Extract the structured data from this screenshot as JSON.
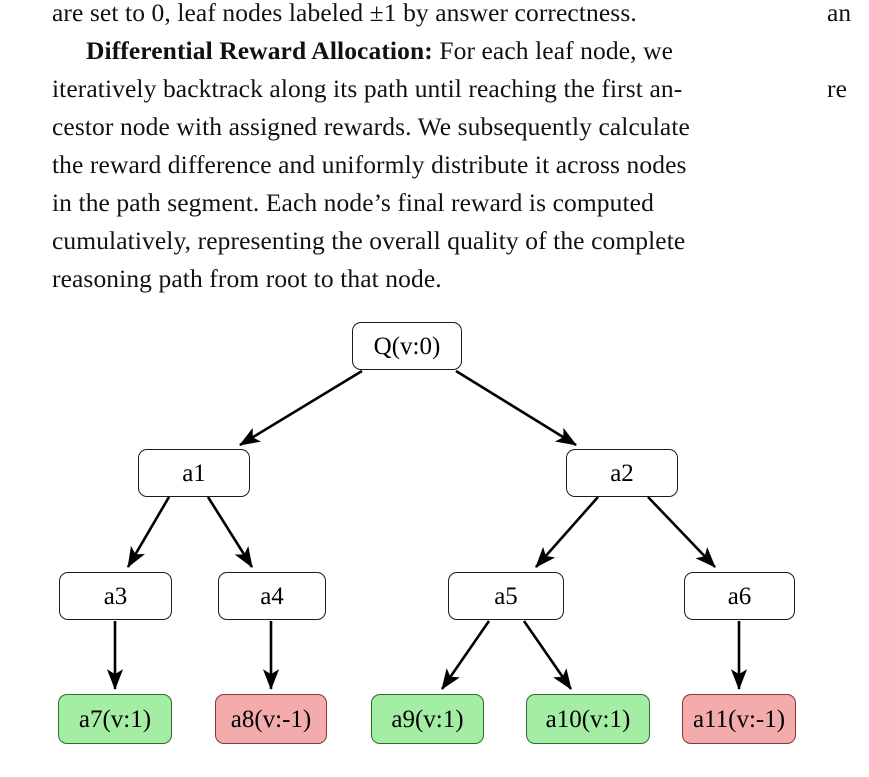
{
  "document": {
    "paragraph_lines": [
      "are set to 0, leaf nodes labeled ±1 by answer correctness.",
      "Differential Reward Allocation:",
      " For each leaf node, we",
      "iteratively backtrack along its path until reaching the first an-",
      "cestor node with assigned rewards. We subsequently calculate",
      "the reward difference and uniformly distribute it across nodes",
      "in the path segment. Each node’s final reward is computed",
      "cumulatively, representing the overall quality of the complete",
      "reasoning path from root to that node."
    ],
    "line1": "are set to 0, leaf nodes labeled ±1 by answer correctness.",
    "line2_bold": "Differential Reward Allocation:",
    "line2_rest": "For each leaf node, we",
    "line3": "iteratively backtrack along its path until reaching the first an-",
    "line4": "cestor node with assigned rewards. We subsequently calculate",
    "line5": "the reward difference and uniformly distribute it across nodes",
    "line6": "in the path segment. Each node’s final reward is computed",
    "line7": "cumulatively, representing the overall quality of the complete",
    "line8": "reasoning path from root to that node.",
    "right_column_fragments": [
      "an",
      "re"
    ]
  },
  "figure": {
    "type": "tree-diagram",
    "colors": {
      "positive_fill": "#a4eda4",
      "positive_stroke": "#2e6b2e",
      "negative_fill": "#f3abab",
      "negative_stroke": "#8c3535",
      "neutral_fill": "#ffffff",
      "neutral_stroke": "#1b1b1b",
      "edge": "#000000"
    },
    "nodes": [
      {
        "id": "root",
        "label": "Q(v:0)",
        "value": "0",
        "kind": "neutral",
        "level": 0
      },
      {
        "id": "a1",
        "label": "a1",
        "value": "",
        "kind": "neutral",
        "level": 1
      },
      {
        "id": "a2",
        "label": "a2",
        "value": "",
        "kind": "neutral",
        "level": 1
      },
      {
        "id": "a3",
        "label": "a3",
        "value": "",
        "kind": "neutral",
        "level": 2
      },
      {
        "id": "a4",
        "label": "a4",
        "value": "",
        "kind": "neutral",
        "level": 2
      },
      {
        "id": "a5",
        "label": "a5",
        "value": "",
        "kind": "neutral",
        "level": 2
      },
      {
        "id": "a6",
        "label": "a6",
        "value": "",
        "kind": "neutral",
        "level": 2
      },
      {
        "id": "a7",
        "label": "a7(v:1)",
        "value": "1",
        "kind": "positive",
        "level": 3
      },
      {
        "id": "a8",
        "label": "a8(v:-1)",
        "value": "-1",
        "kind": "negative",
        "level": 3
      },
      {
        "id": "a9",
        "label": "a9(v:1)",
        "value": "1",
        "kind": "positive",
        "level": 3
      },
      {
        "id": "a10",
        "label": "a10(v:1)",
        "value": "1",
        "kind": "positive",
        "level": 3
      },
      {
        "id": "a11",
        "label": "a11(v:-1)",
        "value": "-1",
        "kind": "negative",
        "level": 3
      }
    ],
    "edges": [
      {
        "from": "root",
        "to": "a1"
      },
      {
        "from": "root",
        "to": "a2"
      },
      {
        "from": "a1",
        "to": "a3"
      },
      {
        "from": "a1",
        "to": "a4"
      },
      {
        "from": "a2",
        "to": "a5"
      },
      {
        "from": "a2",
        "to": "a6"
      },
      {
        "from": "a3",
        "to": "a7"
      },
      {
        "from": "a4",
        "to": "a8"
      },
      {
        "from": "a5",
        "to": "a9"
      },
      {
        "from": "a5",
        "to": "a10"
      },
      {
        "from": "a6",
        "to": "a11"
      }
    ]
  }
}
